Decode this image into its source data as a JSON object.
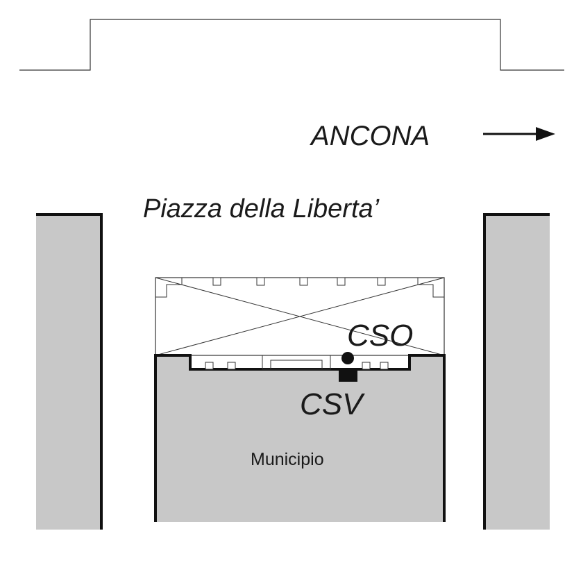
{
  "labels": {
    "direction": "ANCONA",
    "square": "Piazza  della Liberta’",
    "cso": "CSO",
    "csv": "CSV",
    "building": "Municipio"
  },
  "colors": {
    "background": "#ffffff",
    "building_fill": "#c8c8c8",
    "wall_stroke": "#111111",
    "thin_line": "#333333",
    "text": "#1a1a1a"
  },
  "icons": {
    "direction_arrow": "arrow-right-icon",
    "cso_marker": "filled-circle-icon",
    "csv_marker": "filled-square-icon"
  }
}
